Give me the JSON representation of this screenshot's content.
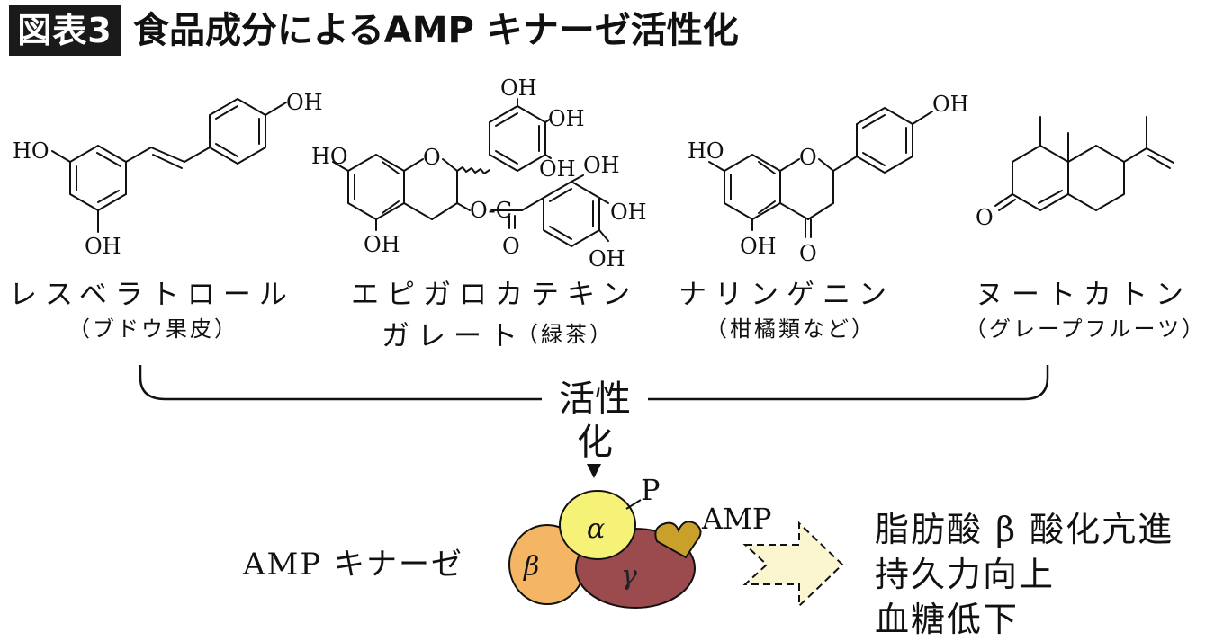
{
  "figure": {
    "number": "図表3",
    "title": "食品成分によるAMP キナーゼ活性化"
  },
  "compounds": [
    {
      "name": "レスベラトロール",
      "source": "（ブドウ果皮）"
    },
    {
      "name_line1": "エピガロカテキン",
      "name_line2": "ガレート",
      "source": "（緑茶）"
    },
    {
      "name": "ナリンゲニン",
      "source": "（柑橘類など）"
    },
    {
      "name": "ヌートカトン",
      "source": "（グレープフルーツ）"
    }
  ],
  "atoms": {
    "hydroxyl": "OH",
    "hydroxyl_left": "HO",
    "oxygen": "O",
    "bond_o_c": "O-C"
  },
  "activation": {
    "label": "活性化"
  },
  "enzyme": {
    "name": "AMP キナーゼ",
    "alpha": "α",
    "beta": "β",
    "gamma": "γ",
    "phosphate": "P",
    "ligand": "AMP"
  },
  "effects": [
    "脂肪酸 β 酸化亢進",
    "持久力向上",
    "血糖低下"
  ],
  "colors": {
    "alpha": "#f6f277",
    "beta": "#f4b665",
    "gamma": "#9b4a4e",
    "ligand": "#c9a12a",
    "arrow": "#fbf6d0"
  }
}
